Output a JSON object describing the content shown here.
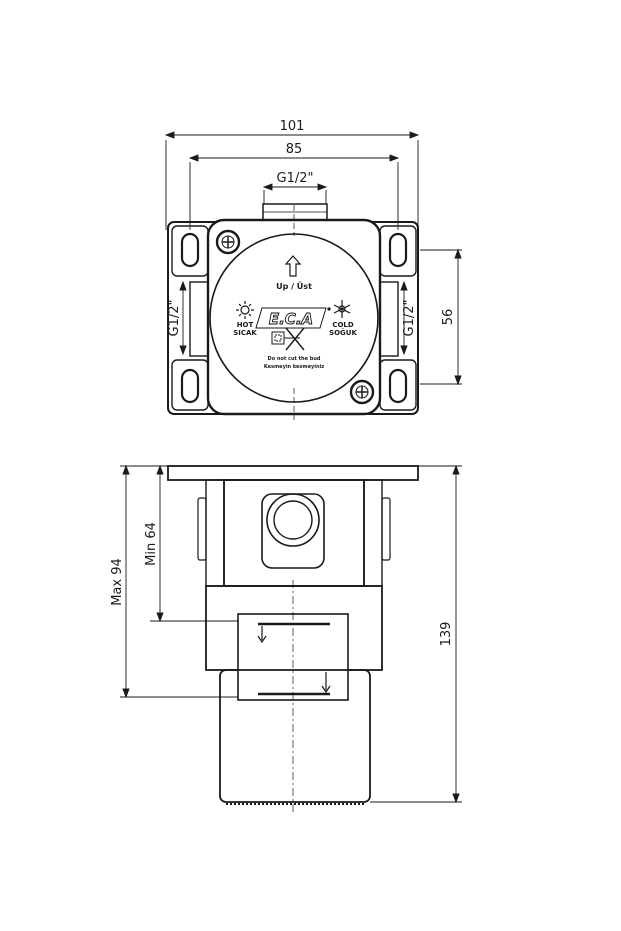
{
  "top_view": {
    "dim_overall_width": "101",
    "dim_inner_width": "85",
    "dim_top_thread": "G1/2\"",
    "dim_left_thread": "G1/2\"",
    "dim_right_thread": "G1/2\"",
    "dim_height": "56",
    "label_up": "Up / Üst",
    "label_hot": "HOT",
    "label_hot_tr": "SICAK",
    "label_cold": "COLD",
    "label_cold_tr": "SOĞUK",
    "logo_text": "E.C.A",
    "warning_line1": "Do not cut the bud",
    "warning_line2": "Kesmeyin kesmeyiniz"
  },
  "side_view": {
    "dim_max": "Max 94",
    "dim_min": "Min 64",
    "dim_total": "139"
  },
  "icons": [
    "arrow-up-icon",
    "sun-icon",
    "snowflake-icon",
    "screw-icon",
    "cut-warning-icon"
  ]
}
